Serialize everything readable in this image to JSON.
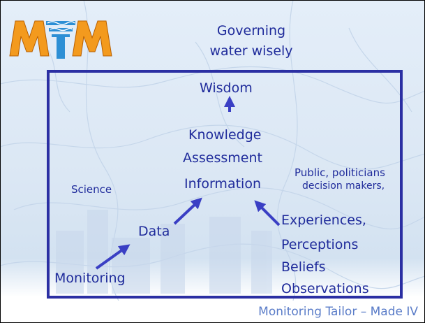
{
  "header": {
    "logo_text": "MTM",
    "title": "Governing\nwater wisely"
  },
  "diagram": {
    "wisdom": "Wisdom",
    "knowledge": "Knowledge",
    "assessment": "Assessment",
    "information": "Information",
    "data": "Data",
    "monitoring": "Monitoring",
    "science": "Science",
    "public_line1": "Public, politicians",
    "public_line2": "decision makers,",
    "experiences": "Experiences,",
    "perceptions": "Perceptions",
    "beliefs": "Beliefs",
    "observations": "Observations"
  },
  "footer": {
    "text": "Monitoring Tailor – Made IV"
  },
  "colors": {
    "text": "#1f2b9b",
    "frame": "#2b2fa3",
    "arrow": "#3a3fc4",
    "logo_orange": "#f39a1e",
    "logo_blue": "#2d8fd5",
    "footer": "#5a7cc8"
  }
}
